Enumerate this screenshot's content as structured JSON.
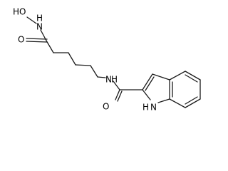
{
  "molecule": {
    "atom_labels": {
      "hydroxyl_o": "HO",
      "hydroxamic_n": "N",
      "hydroxamic_n_h": "H",
      "carbonyl_o_top": "O",
      "amide_n": "N",
      "amide_n_h": "H",
      "carbonyl_o_bottom": "O",
      "indole_n_h": "H",
      "indole_n": "N"
    },
    "bond_color": "#1a1a1a",
    "label_color": "#000000"
  }
}
